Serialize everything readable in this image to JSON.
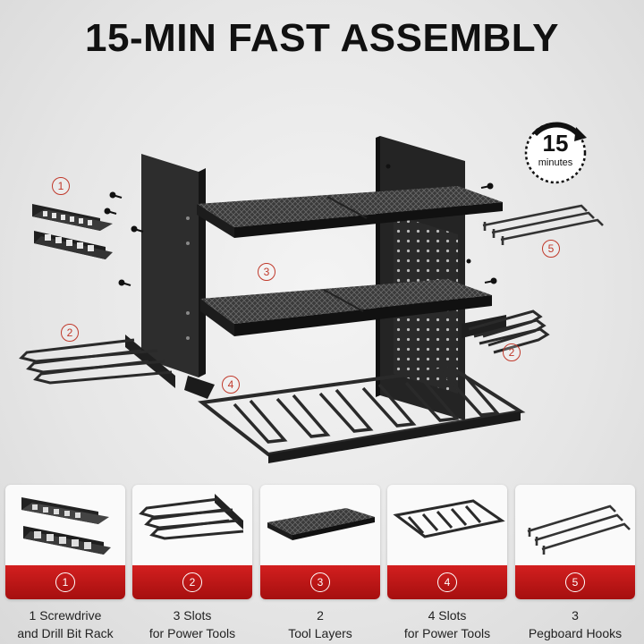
{
  "title": "15-MIN FAST ASSEMBLY",
  "timer": {
    "number": "15",
    "unit": "minutes"
  },
  "callouts": [
    "1",
    "2",
    "3",
    "2",
    "4",
    "5"
  ],
  "cards": [
    {
      "badge": "1",
      "line1": "1 Screwdrive",
      "line2": "and Drill Bit Rack"
    },
    {
      "badge": "2",
      "line1": "3 Slots",
      "line2": "for Power Tools"
    },
    {
      "badge": "3",
      "line1": "2",
      "line2": "Tool Layers"
    },
    {
      "badge": "4",
      "line1": "4 Slots",
      "line2": "for Power Tools"
    },
    {
      "badge": "5",
      "line1": "3",
      "line2": "Pegboard Hooks"
    }
  ],
  "colors": {
    "accent": "#c0392b",
    "band": "#b31515",
    "metal": "#2b2b2b"
  }
}
